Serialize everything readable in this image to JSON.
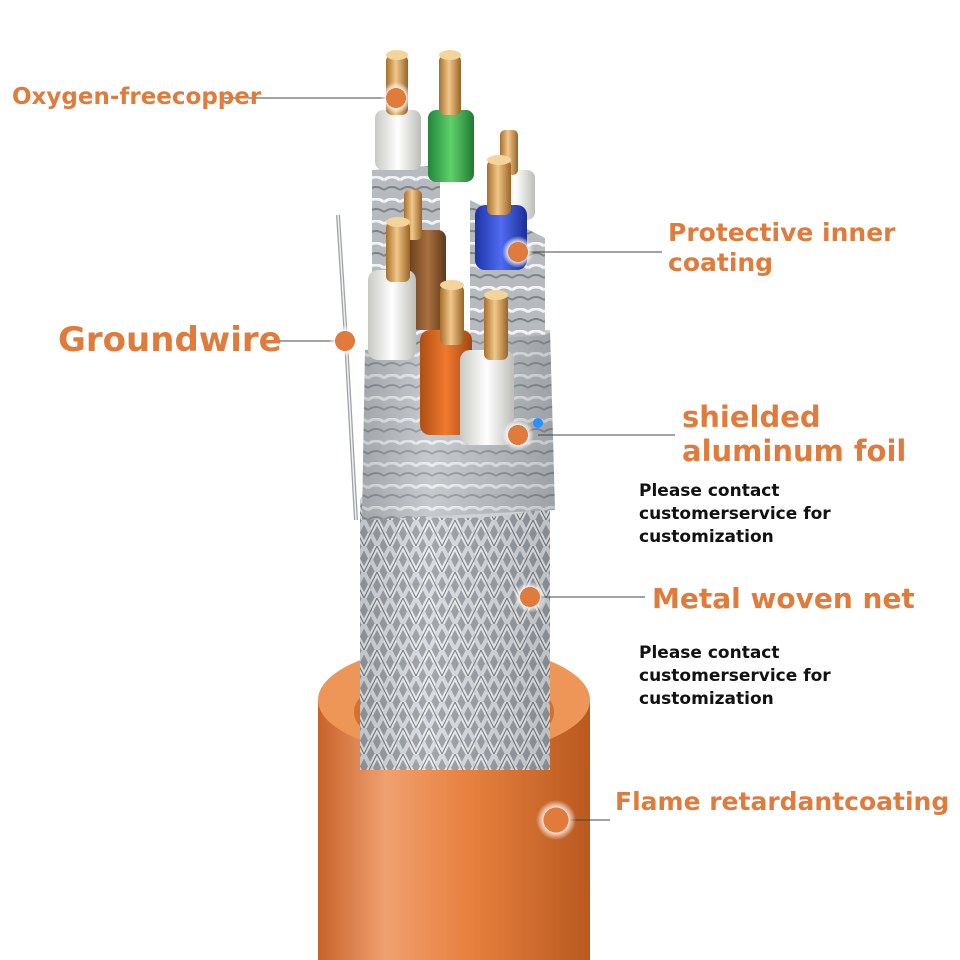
{
  "colors": {
    "label": "#e07b3c",
    "note": "#111111",
    "jacket": "#e8813f",
    "copper": "#c9934a",
    "shield": "#b8bcc0",
    "pair_green": "#3bb54a",
    "pair_blue": "#2f4fd8",
    "pair_orange": "#e06a20",
    "pair_brown": "#8a5a30",
    "pair_white": "#f2f2ee"
  },
  "labels": {
    "oxygen_free_copper": "Oxygen-freecopper",
    "protective_inner_line1": "Protective inner",
    "protective_inner_line2": "coating",
    "groundwire": "Groundwire",
    "shielded_line1": "shielded",
    "shielded_line2": "aluminum foil",
    "metal_woven_net": "Metal woven net",
    "flame_retardant": "Flame retardantcoating"
  },
  "notes": {
    "foil_note": [
      "Please contact",
      "customerservice for",
      "customization"
    ],
    "net_note": [
      "Please contact",
      "customerservice for",
      "customization"
    ]
  },
  "icons": [
    "callout-dot-icon"
  ]
}
